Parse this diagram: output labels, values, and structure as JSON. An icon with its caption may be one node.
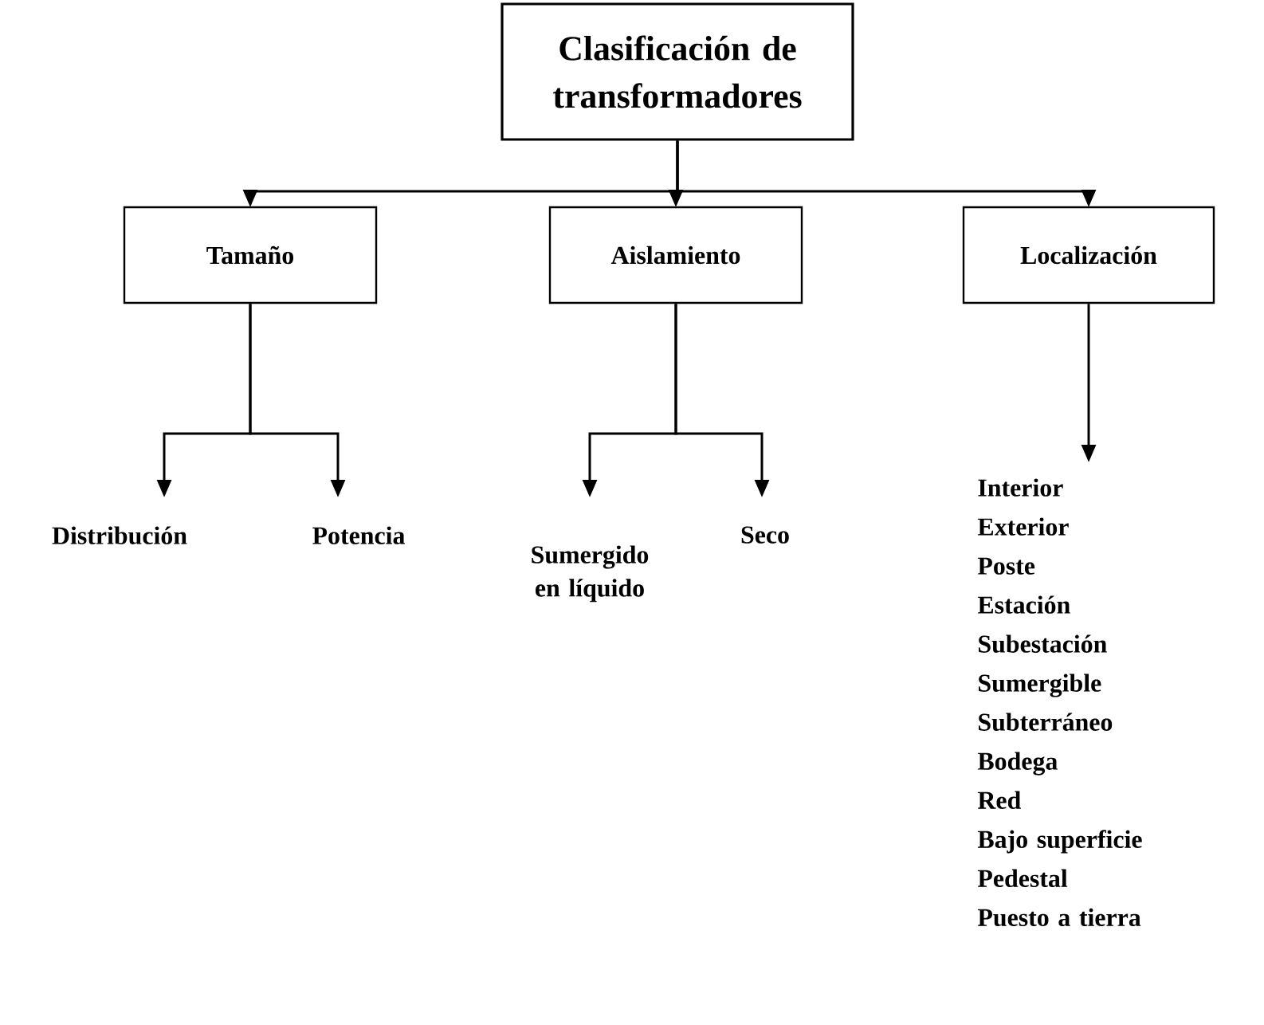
{
  "diagram": {
    "nodes": [
      {
        "text": [
          "Clasificación de transformadores"
        ]
      },
      {
        "text": [
          "Tamaño"
        ]
      },
      {
        "text": [
          "Aislamiento"
        ]
      },
      {
        "text": [
          "Localización"
        ]
      },
      {
        "text": [
          "Distribución"
        ]
      },
      {
        "text": [
          "Potencia"
        ]
      },
      {
        "text": [
          "Sumergido en líquido"
        ]
      },
      {
        "text": [
          "Seco"
        ]
      },
      {
        "text": [
          "Interior",
          "Exterior",
          "Poste",
          "Estación",
          "Subestación",
          "Sumergible",
          "Subterráneo",
          "Bodega",
          "Red",
          "Bajo superficie",
          "Pedestal",
          "Puesto a tierra"
        ]
      }
    ],
    "edges": [
      {
        "from": 0,
        "to": 1,
        "arrow": "to"
      },
      {
        "from": 0,
        "to": 2,
        "arrow": "to"
      },
      {
        "from": 0,
        "to": 3,
        "arrow": "to"
      },
      {
        "from": 1,
        "to": 4,
        "arrow": "to"
      },
      {
        "from": 1,
        "to": 5,
        "arrow": "to"
      },
      {
        "from": 2,
        "to": 6,
        "arrow": "to"
      },
      {
        "from": 2,
        "to": 7,
        "arrow": "to"
      },
      {
        "from": 3,
        "to": 8,
        "arrow": "to"
      }
    ]
  }
}
